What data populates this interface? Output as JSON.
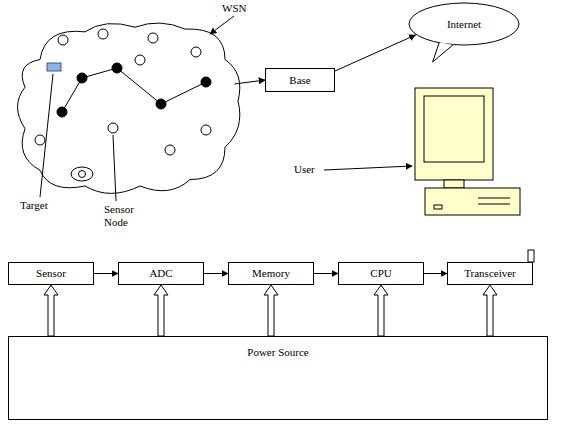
{
  "diagram": {
    "nodes": [
      {
        "text": [
          "WSN"
        ]
      },
      {
        "text": [
          "Base"
        ]
      },
      {
        "text": [
          "Internet"
        ]
      },
      {
        "text": [
          "Sensor"
        ]
      },
      {
        "text": [
          "ADC"
        ]
      },
      {
        "text": [
          "Memory"
        ]
      },
      {
        "text": [
          "CPU"
        ]
      },
      {
        "text": [
          "Transceiver"
        ]
      },
      {
        "text": [
          "Power Source"
        ]
      }
    ],
    "edges": [
      {
        "from": 0,
        "to": 1,
        "arrow": "to"
      },
      {
        "from": 1,
        "to": 2,
        "arrow": "to"
      },
      {
        "from": 3,
        "to": 4,
        "arrow": "to"
      },
      {
        "from": 4,
        "to": 5,
        "arrow": "to"
      },
      {
        "from": 5,
        "to": 6,
        "arrow": "to"
      },
      {
        "from": 6,
        "to": 7,
        "arrow": "to"
      },
      {
        "from": 8,
        "to": 3,
        "arrow": "to"
      },
      {
        "from": 8,
        "to": 4,
        "arrow": "to"
      },
      {
        "from": 8,
        "to": 5,
        "arrow": "to"
      },
      {
        "from": 8,
        "to": 6,
        "arrow": "to"
      },
      {
        "from": 8,
        "to": 7,
        "arrow": "to"
      }
    ],
    "labels": [
      "Target",
      "Sensor Node",
      "User"
    ]
  }
}
